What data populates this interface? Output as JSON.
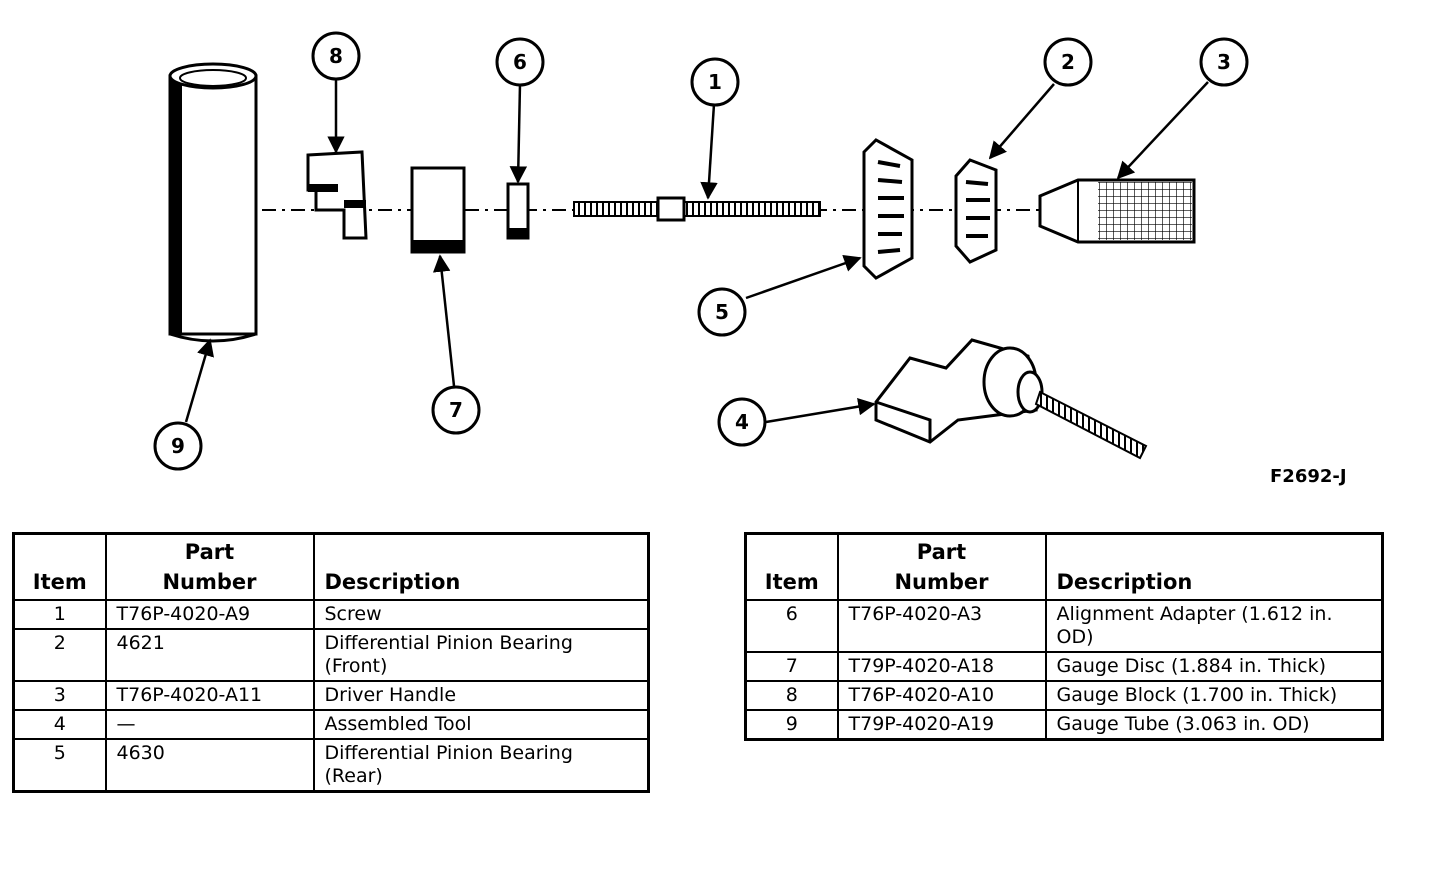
{
  "figure": {
    "figure_id": "F2692-J",
    "callouts": [
      "1",
      "2",
      "3",
      "4",
      "5",
      "6",
      "7",
      "8",
      "9"
    ]
  },
  "table_headers": {
    "item": "Item",
    "part_number_line1": "Part",
    "part_number_line2": "Number",
    "description": "Description"
  },
  "table_left": {
    "rows": [
      {
        "item": "1",
        "part_number": "T76P-4020-A9",
        "description": "Screw"
      },
      {
        "item": "2",
        "part_number": "4621",
        "description": "Differential Pinion Bearing (Front)"
      },
      {
        "item": "3",
        "part_number": "T76P-4020-A11",
        "description": "Driver Handle"
      },
      {
        "item": "4",
        "part_number": "—",
        "description": "Assembled Tool"
      },
      {
        "item": "5",
        "part_number": "4630",
        "description": "Differential Pinion Bearing (Rear)"
      }
    ]
  },
  "table_right": {
    "rows": [
      {
        "item": "6",
        "part_number": "T76P-4020-A3",
        "description": "Alignment Adapter (1.612 in. OD)"
      },
      {
        "item": "7",
        "part_number": "T79P-4020-A18",
        "description": "Gauge Disc (1.884 in. Thick)"
      },
      {
        "item": "8",
        "part_number": "T76P-4020-A10",
        "description": "Gauge Block (1.700 in. Thick)"
      },
      {
        "item": "9",
        "part_number": "T79P-4020-A19",
        "description": "Gauge Tube (3.063 in. OD)"
      }
    ]
  }
}
